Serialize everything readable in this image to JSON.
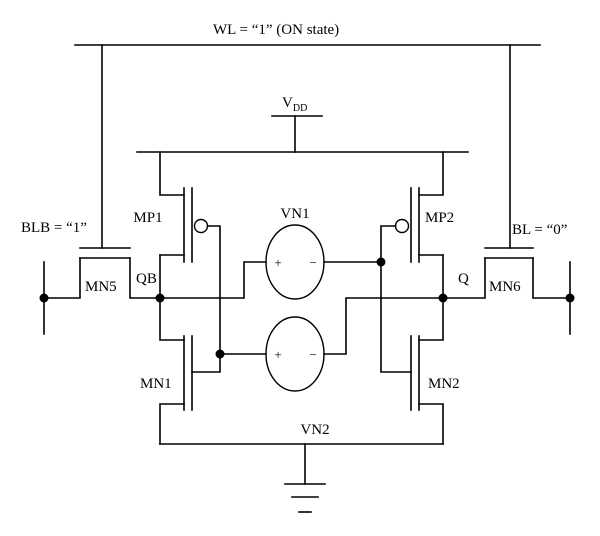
{
  "diagram": {
    "wordline_label": "WL = “1” (ON state)",
    "vdd_label": "V",
    "vdd_subscript": "DD",
    "blb_label": "BLB = “1”",
    "bl_label": "BL = “0”",
    "node_qb": "QB",
    "node_q": "Q",
    "transistors": {
      "mp1": "MP1",
      "mp2": "MP2",
      "mn1": "MN1",
      "mn2": "MN2",
      "mn5": "MN5",
      "mn6": "MN6"
    },
    "noise_sources": {
      "vn1": "VN1",
      "vn2": "VN2",
      "plus": "+",
      "minus": "−"
    }
  }
}
